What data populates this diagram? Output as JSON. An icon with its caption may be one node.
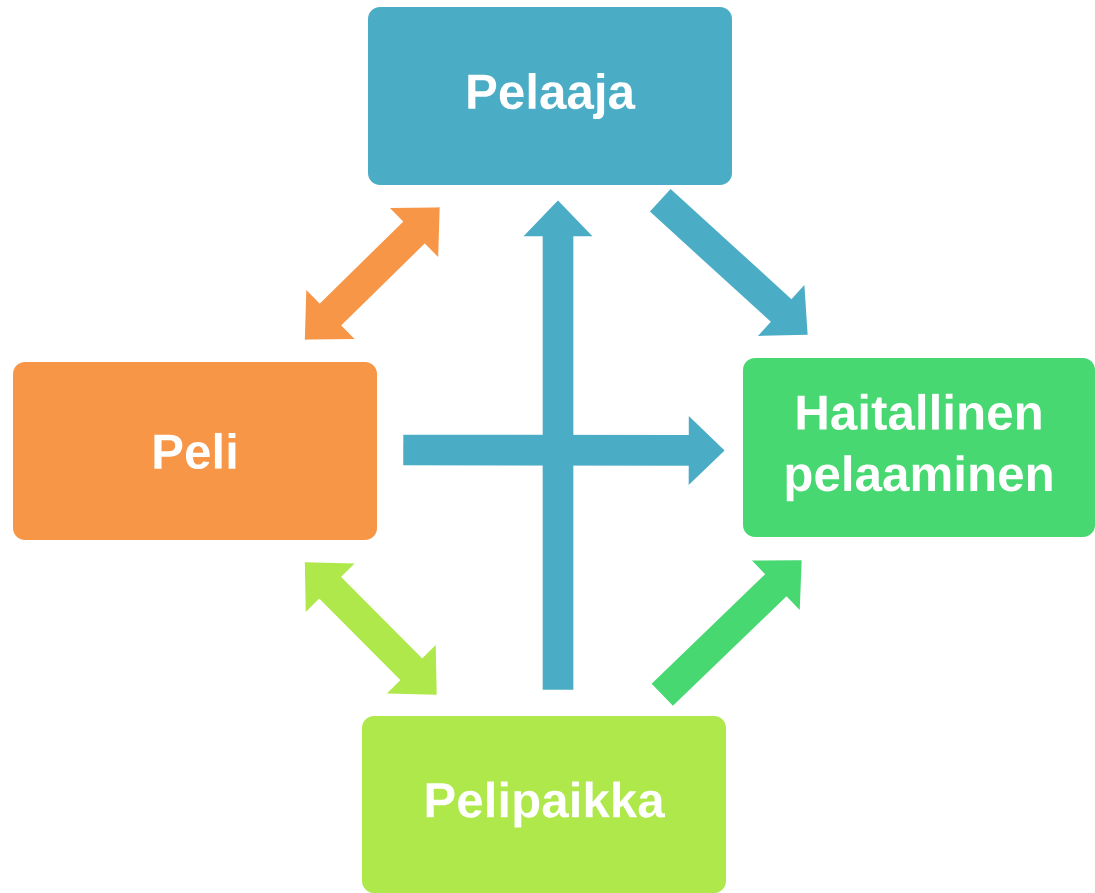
{
  "diagram": {
    "nodes": [
      {
        "text": [
          "Pelaaja"
        ]
      },
      {
        "text": [
          "Peli"
        ]
      },
      {
        "text": [
          "Haitallinen pelaaminen"
        ]
      },
      {
        "text": [
          "Pelipaikka"
        ]
      }
    ],
    "edges": [
      {
        "from": 0,
        "to": 1,
        "arrow": "both",
        "color": "#f79646"
      },
      {
        "from": 0,
        "to": 2,
        "arrow": "to"
      },
      {
        "from": 3,
        "to": 0,
        "arrow": "to"
      },
      {
        "from": 1,
        "to": 2,
        "arrow": "to"
      },
      {
        "from": 1,
        "to": 3,
        "arrow": "both",
        "color": "#aee84a"
      },
      {
        "from": 3,
        "to": 2,
        "arrow": "to",
        "color": "#47d872"
      }
    ]
  }
}
